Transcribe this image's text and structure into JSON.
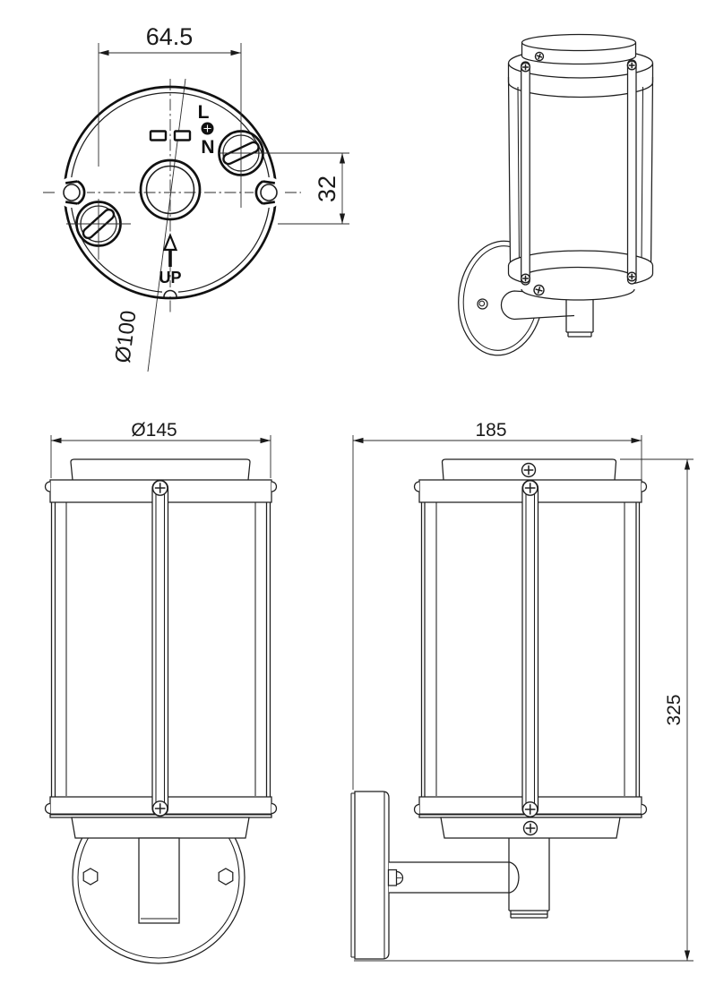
{
  "colors": {
    "background": "#ffffff",
    "line": "#1f1f1f",
    "text": "#1a1a1a"
  },
  "symbols": {
    "phillips_screw_icon": "circle-with-cross",
    "slotted_screw_icon": "circle-with-slot",
    "earth_terminal_icon": "filled-dot",
    "up_arrow_icon": "hollow-arrow-up"
  },
  "views": {
    "mounting_plate_top": {
      "dim_hole_spacing_mm": "64.5",
      "dim_hole_vertical_offset_mm": "32",
      "dim_plate_diameter": "Ø100",
      "label_live": "L",
      "label_neutral": "N",
      "label_up": "UP"
    },
    "front": {
      "dim_body_diameter": "Ø145"
    },
    "side": {
      "dim_depth_mm": "185",
      "dim_height_mm": "325"
    }
  }
}
